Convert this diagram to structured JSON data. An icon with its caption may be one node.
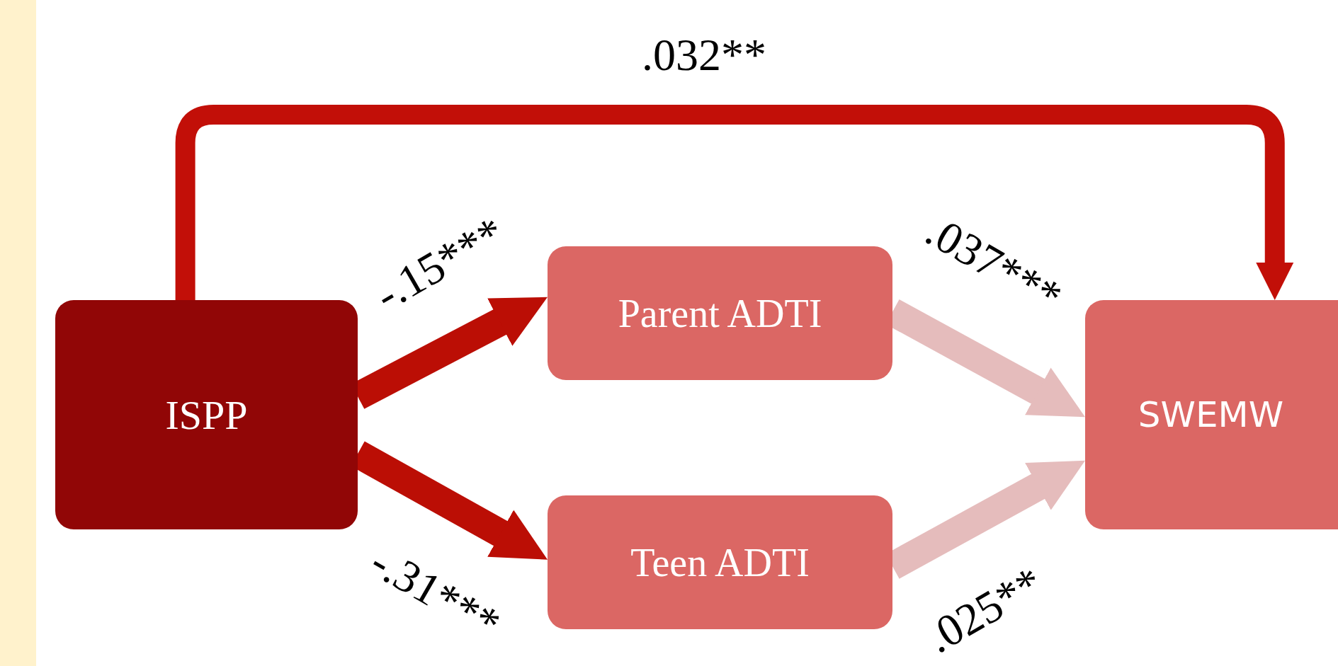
{
  "diagram": {
    "nodes": [
      {
        "text": [
          "ISPP"
        ]
      },
      {
        "text": [
          "Parent ADTI"
        ]
      },
      {
        "text": [
          "Teen ADTI"
        ]
      },
      {
        "text": [
          "SWEMW"
        ]
      }
    ],
    "edges": [
      {
        "from": 0,
        "to": 1,
        "arrow": "to",
        "label": "-.15***"
      },
      {
        "from": 0,
        "to": 2,
        "arrow": "to",
        "label": "-.31***"
      },
      {
        "from": 1,
        "to": 3,
        "arrow": "to",
        "label": ".037***",
        "color": "#e5bcbc"
      },
      {
        "from": 2,
        "to": 3,
        "arrow": "to",
        "label": ".025**",
        "color": "#e5bcbc"
      },
      {
        "from": 0,
        "to": 3,
        "arrow": "to",
        "label": ".032**",
        "color": "#c20f08"
      }
    ]
  }
}
